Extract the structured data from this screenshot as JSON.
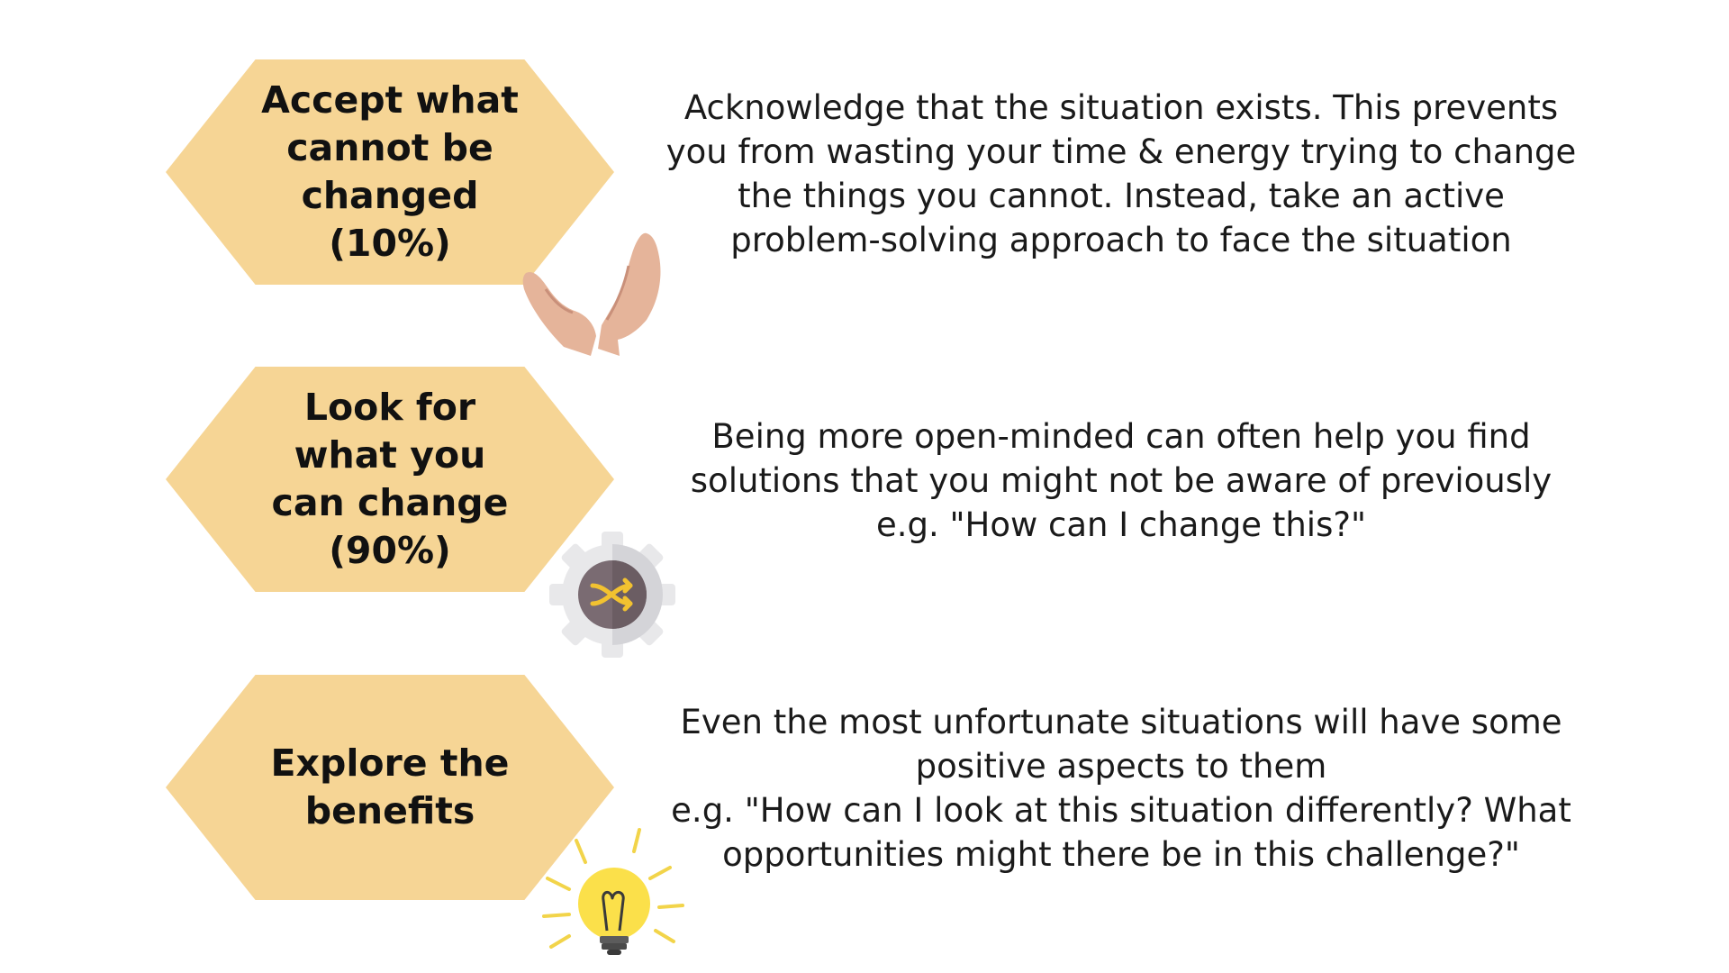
{
  "colors": {
    "hexagon_fill": "#f6d595",
    "text": "#1a1a1a",
    "hands": "#e5b49a",
    "gear_outer": "#e8e8ea",
    "gear_inner": "#7a6b72",
    "shuffle": "#f2c230",
    "bulb": "#fbe04a",
    "bulb_base": "#5c5c5c",
    "rays": "#f2d44a"
  },
  "steps": [
    {
      "label": "Accept what\ncannot be\nchanged\n(10%)",
      "description": "Acknowledge that the situation exists. This prevents\nyou from wasting your time & energy trying to change\nthe things you cannot. Instead, take an active\nproblem-solving approach to face the situation",
      "icon": "open-hands-icon"
    },
    {
      "label": "Look for\nwhat you\ncan change\n(90%)",
      "description": "Being more open-minded can often help you find\nsolutions that you might not be aware of previously\ne.g. \"How can I change this?\"",
      "icon": "gear-shuffle-icon"
    },
    {
      "label": "Explore the\nbenefits",
      "description": "Even the most unfortunate situations will have some\npositive aspects to them\ne.g. \"How can I look at this situation differently? What\nopportunities might there be in this challenge?\"",
      "icon": "lightbulb-icon"
    }
  ]
}
